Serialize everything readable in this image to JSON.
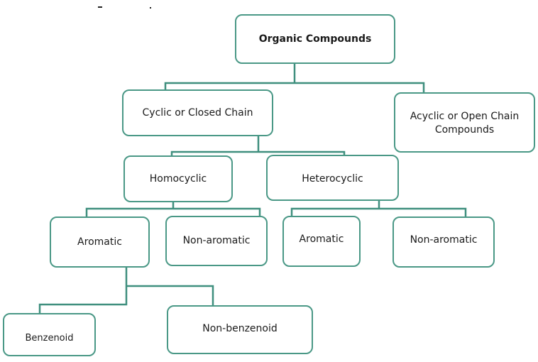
{
  "diagram": {
    "title": "Organic Compounds",
    "border_color": "#4a9886",
    "connector_color": "#3f8f7e",
    "nodes": [
      {
        "id": "organic",
        "label": "Organic Compounds"
      },
      {
        "id": "cyclic",
        "label": "Cyclic or Closed Chain"
      },
      {
        "id": "acyclic",
        "label": "Acyclic or Open Chain Compounds"
      },
      {
        "id": "homocyclic",
        "label": "Homocyclic"
      },
      {
        "id": "heterocyclic",
        "label": "Heterocyclic"
      },
      {
        "id": "homo-aromatic",
        "label": "Aromatic"
      },
      {
        "id": "homo-nonaromatic",
        "label": "Non-aromatic"
      },
      {
        "id": "hetero-aromatic",
        "label": "Aromatic"
      },
      {
        "id": "hetero-nonaromatic",
        "label": "Non-aromatic"
      },
      {
        "id": "benzenoid",
        "label": "Benzenoid"
      },
      {
        "id": "nonbenzenoid",
        "label": "Non-benzenoid"
      }
    ],
    "edges": [
      [
        "organic",
        "cyclic"
      ],
      [
        "organic",
        "acyclic"
      ],
      [
        "cyclic",
        "homocyclic"
      ],
      [
        "cyclic",
        "heterocyclic"
      ],
      [
        "homocyclic",
        "homo-aromatic"
      ],
      [
        "homocyclic",
        "homo-nonaromatic"
      ],
      [
        "heterocyclic",
        "hetero-aromatic"
      ],
      [
        "heterocyclic",
        "hetero-nonaromatic"
      ],
      [
        "homo-aromatic",
        "benzenoid"
      ],
      [
        "homo-aromatic",
        "nonbenzenoid"
      ]
    ]
  }
}
